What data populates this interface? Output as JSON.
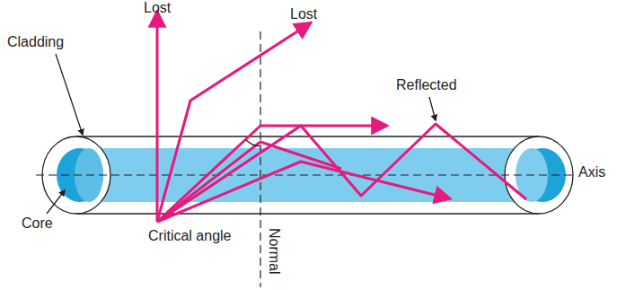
{
  "diagram": {
    "labels": [
      "Lost",
      "Lost",
      "Cladding",
      "Reflected",
      "Axis",
      "Core",
      "Critical angle",
      "Normal"
    ]
  }
}
